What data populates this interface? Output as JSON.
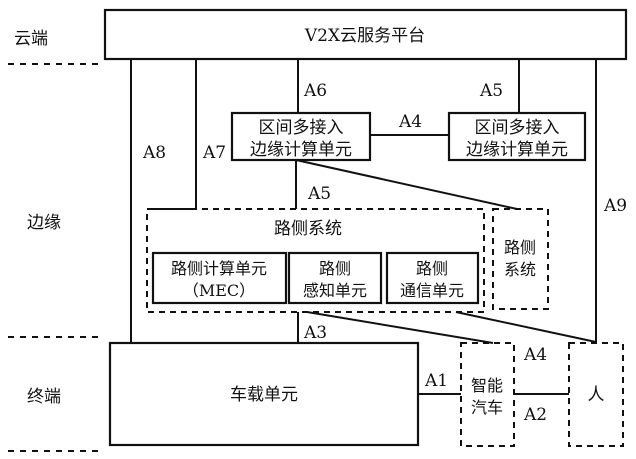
{
  "title": "V2X cloud-edge-terminal architecture",
  "layers": {
    "cloud": "云端",
    "edge": "边缘",
    "terminal": "终端"
  },
  "nodes": {
    "cloud_platform": "V2X云服务平台",
    "edge_unit_left": [
      "区间多接入",
      "边缘计算单元"
    ],
    "edge_unit_right": [
      "区间多接入",
      "边缘计算单元"
    ],
    "roadside_system": "路侧系统",
    "roadside_compute": [
      "路侧计算单元",
      "（MEC）"
    ],
    "roadside_sensing": [
      "路侧",
      "感知单元"
    ],
    "roadside_comm": [
      "路侧",
      "通信单元"
    ],
    "roadside_system_small": [
      "路侧",
      "系统"
    ],
    "onboard_unit": "车载单元",
    "smart_car": [
      "智能",
      "汽车"
    ],
    "person": "人"
  },
  "links": {
    "a1": "A1",
    "a2": "A2",
    "a3": "A3",
    "a4_edge": "A4",
    "a4_terminal": "A4",
    "a5_cloud": "A5",
    "a5_edge": "A5",
    "a6": "A6",
    "a7": "A7",
    "a8": "A8",
    "a9": "A9"
  }
}
